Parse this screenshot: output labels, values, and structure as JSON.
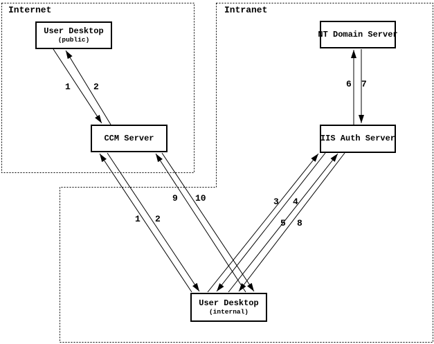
{
  "colors": {
    "background": "#ffffff",
    "line": "#000000",
    "text": "#000000"
  },
  "zones": {
    "internet": {
      "label": "Internet"
    },
    "intranet": {
      "label": "Intranet"
    }
  },
  "nodes": {
    "user_desktop_public": {
      "title": "User Desktop",
      "subtitle": "(public)"
    },
    "ccm_server": {
      "title": "CCM Server"
    },
    "nt_domain_server": {
      "title": "NT Domain Server"
    },
    "iis_auth_server": {
      "title": "IIS Auth Server"
    },
    "user_desktop_internal": {
      "title": "User Desktop",
      "subtitle": "(internal)"
    }
  },
  "flow_labels": {
    "n1": "1",
    "n2": "2",
    "n3": "3",
    "n4": "4",
    "n5": "5",
    "n6": "6",
    "n7": "7",
    "n8": "8",
    "n9": "9",
    "n10": "10"
  },
  "edges": [
    {
      "label": "1",
      "from": "User Desktop (public)",
      "to": "CCM Server"
    },
    {
      "label": "2",
      "from": "CCM Server",
      "to": "User Desktop (public)"
    },
    {
      "label": "1",
      "from": "User Desktop (internal)",
      "to": "CCM Server"
    },
    {
      "label": "2",
      "from": "CCM Server",
      "to": "User Desktop (internal)"
    },
    {
      "label": "3",
      "from": "User Desktop (internal)",
      "to": "IIS Auth Server"
    },
    {
      "label": "4",
      "from": "IIS Auth Server",
      "to": "User Desktop (internal)"
    },
    {
      "label": "5",
      "from": "User Desktop (internal)",
      "to": "IIS Auth Server"
    },
    {
      "label": "6",
      "from": "IIS Auth Server",
      "to": "NT Domain Server"
    },
    {
      "label": "7",
      "from": "NT Domain Server",
      "to": "IIS Auth Server"
    },
    {
      "label": "8",
      "from": "IIS Auth Server",
      "to": "User Desktop (internal)"
    },
    {
      "label": "9",
      "from": "User Desktop (internal)",
      "to": "CCM Server"
    },
    {
      "label": "10",
      "from": "CCM Server",
      "to": "User Desktop (internal)"
    }
  ]
}
